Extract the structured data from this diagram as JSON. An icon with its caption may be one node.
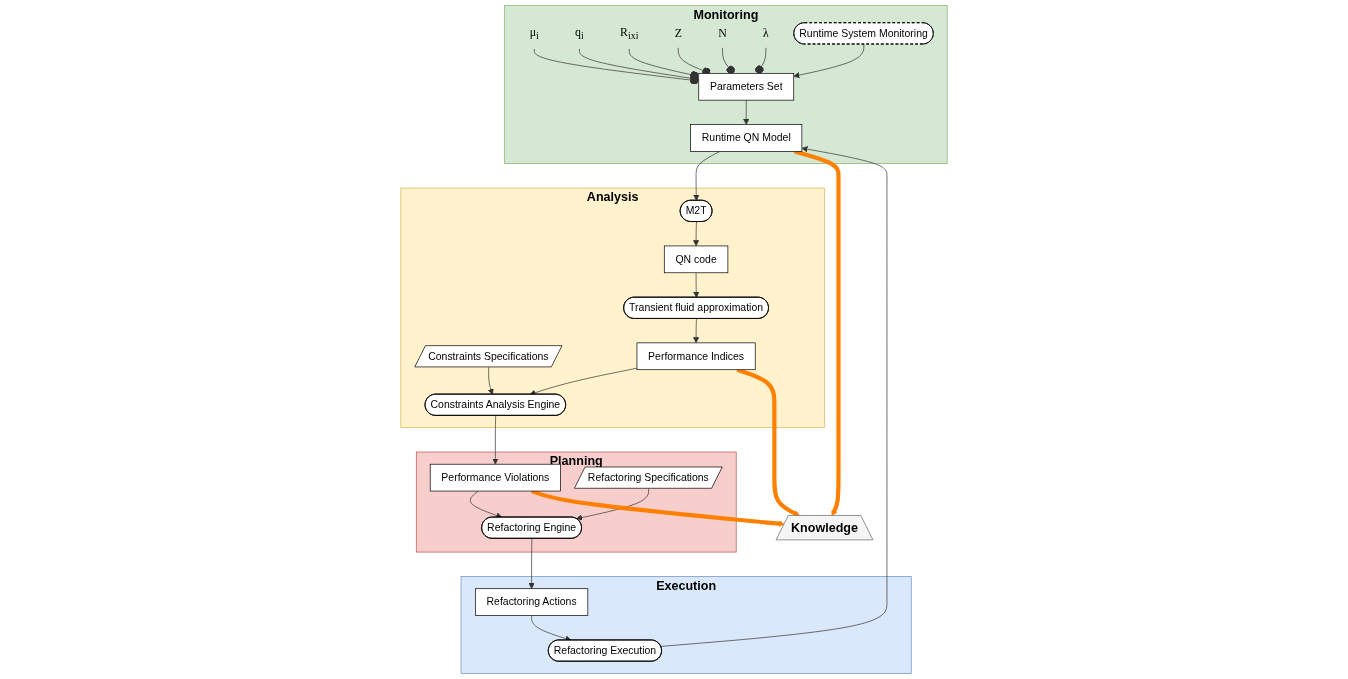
{
  "diagram": {
    "nodes": [
      {
        "text": [
          "Monitoring"
        ]
      },
      {
        "text": [
          "μ$_{i}$"
        ],
        "in": 0
      },
      {
        "text": [
          "q$_{i}$"
        ],
        "in": 0
      },
      {
        "text": [
          "R$_{ixi}$"
        ],
        "in": 0
      },
      {
        "text": [
          "Z"
        ],
        "in": 0
      },
      {
        "text": [
          "N"
        ],
        "in": 0
      },
      {
        "text": [
          "λ"
        ],
        "in": 0
      },
      {
        "text": [
          "Runtime System Monitoring"
        ],
        "in": 0
      },
      {
        "text": [
          "Parameters Set"
        ],
        "in": 0
      },
      {
        "text": [
          "Runtime QN Model"
        ],
        "in": 0
      },
      {
        "text": [
          "Analysis"
        ]
      },
      {
        "text": [
          "M2T"
        ],
        "in": 10
      },
      {
        "text": [
          "QN code"
        ],
        "in": 10
      },
      {
        "text": [
          "Transient fluid approximation"
        ],
        "in": 10
      },
      {
        "text": [
          "Constraints Specifications"
        ],
        "in": 10
      },
      {
        "text": [
          "Constraints Analysis Engine"
        ],
        "in": 10
      },
      {
        "text": [
          "Performance Indices"
        ],
        "in": 10
      },
      {
        "text": [
          "Knowledge"
        ]
      },
      {
        "text": [
          "Execution"
        ]
      },
      {
        "text": [
          "Refactoring Execution"
        ],
        "in": 18
      },
      {
        "text": [
          "Refactoring Actions"
        ],
        "in": 18
      },
      {
        "text": [
          "Planning"
        ]
      },
      {
        "text": [
          "Refactoring Engine"
        ],
        "in": 21
      },
      {
        "text": [
          "Performance Violations"
        ],
        "in": 21
      },
      {
        "text": [
          "Refactoring Specifications"
        ],
        "in": 21
      }
    ],
    "edges": [
      {
        "from": 7,
        "to": 8,
        "arrow": "to"
      },
      {
        "from": 1,
        "to": 8,
        "arrow": "other"
      },
      {
        "from": 2,
        "to": 8,
        "arrow": "other"
      },
      {
        "from": 3,
        "to": 8,
        "arrow": "other"
      },
      {
        "from": 4,
        "to": 8,
        "arrow": "other"
      },
      {
        "from": 5,
        "to": 8,
        "arrow": "other"
      },
      {
        "from": 6,
        "to": 8,
        "arrow": "other"
      },
      {
        "from": 8,
        "to": 9,
        "arrow": "to"
      },
      {
        "from": 9,
        "to": 11,
        "arrow": "to"
      },
      {
        "from": 11,
        "to": 12,
        "arrow": "to"
      },
      {
        "from": 12,
        "to": 13,
        "arrow": "to"
      },
      {
        "from": 13,
        "to": 16,
        "arrow": "to"
      },
      {
        "from": 16,
        "to": 15,
        "arrow": "to"
      },
      {
        "from": 14,
        "to": 15,
        "arrow": "to"
      },
      {
        "from": 15,
        "to": 23,
        "arrow": "to"
      },
      {
        "from": 23,
        "to": 22,
        "arrow": "to"
      },
      {
        "from": 24,
        "to": 22,
        "arrow": "to"
      },
      {
        "from": 22,
        "to": 20,
        "arrow": "to"
      },
      {
        "from": 20,
        "to": 19,
        "arrow": "to"
      },
      {
        "from": 19,
        "to": 9,
        "arrow": "to"
      },
      {
        "from": 9,
        "to": 17,
        "arrow": "to",
        "style": "thick",
        "color": "#ff8000"
      },
      {
        "from": 16,
        "to": 17,
        "arrow": "to",
        "style": "thick",
        "color": "#ff8000"
      },
      {
        "from": 23,
        "to": 17,
        "arrow": "to",
        "style": "thick",
        "color": "#ff8000"
      }
    ]
  }
}
